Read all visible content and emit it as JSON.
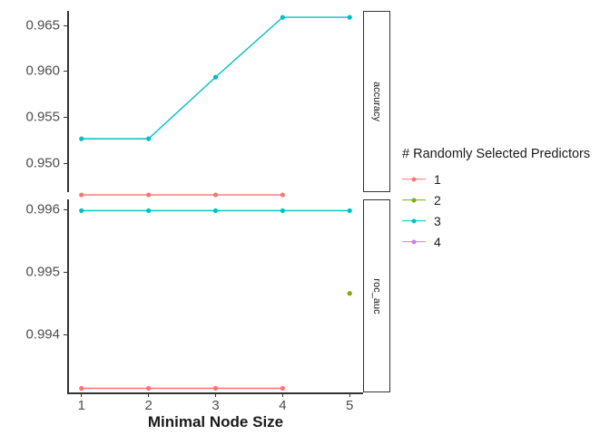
{
  "chart_data": {
    "type": "line",
    "title": "",
    "xlabel": "Minimal Node Size",
    "ylabel": "",
    "facet_var": "metric",
    "facets": [
      {
        "name": "accuracy",
        "strip_label": "accuracy",
        "ylim": [
          0.9475,
          0.9672
        ],
        "yticks": [
          0.95,
          0.955,
          0.96,
          0.965
        ],
        "ytick_labels": [
          "0.950",
          "0.955",
          "0.960",
          "0.965"
        ],
        "series": [
          {
            "name": "1",
            "color": "#F8766D",
            "x": [
              1,
              2,
              3,
              4
            ],
            "values": [
              0.9472,
              0.9472,
              0.9472,
              0.9472
            ]
          },
          {
            "name": "2",
            "color": "#7CAE00",
            "x": [],
            "values": []
          },
          {
            "name": "3",
            "color": "#00BFC4",
            "x": [
              1,
              2,
              3,
              4,
              5
            ],
            "values": [
              0.9533,
              0.9533,
              0.96,
              0.9665,
              0.9665
            ]
          },
          {
            "name": "4",
            "color": "#C77CFF",
            "x": [],
            "values": []
          }
        ]
      },
      {
        "name": "roc_auc",
        "strip_label": "roc_auc",
        "ylim": [
          0.9931,
          0.99618
        ],
        "yticks": [
          0.994,
          0.995,
          0.996
        ],
        "ytick_labels": [
          "0.994",
          "0.995",
          "0.996"
        ],
        "series": [
          {
            "name": "1",
            "color": "#F8766D",
            "x": [
              1,
              2,
              3,
              4
            ],
            "values": [
              0.993165,
              0.993165,
              0.993165,
              0.993165
            ]
          },
          {
            "name": "2",
            "color": "#7CAE00",
            "x": [
              5
            ],
            "values": [
              0.99468
            ]
          },
          {
            "name": "3",
            "color": "#00BFC4",
            "x": [
              1,
              2,
              3,
              4,
              5
            ],
            "values": [
              0.996,
              0.996,
              0.996,
              0.996,
              0.996
            ]
          },
          {
            "name": "4",
            "color": "#C77CFF",
            "x": [],
            "values": []
          }
        ]
      }
    ],
    "x": [
      1,
      2,
      3,
      4,
      5
    ],
    "xtick_labels": [
      "1",
      "2",
      "3",
      "4",
      "5"
    ],
    "xlim": [
      0.8,
      5.2
    ],
    "grid": false,
    "legend_position": "right"
  },
  "axes": {
    "x_title": "Minimal Node Size",
    "x_tick_labels": [
      "1",
      "2",
      "3",
      "4",
      "5"
    ],
    "accuracy_y_tick_labels": [
      "0.965",
      "0.960",
      "0.955",
      "0.950"
    ],
    "roc_auc_y_tick_labels": [
      "0.996",
      "0.995",
      "0.994"
    ]
  },
  "strips": {
    "top": "accuracy",
    "bottom": "roc_auc"
  },
  "legend": {
    "title": "# Randomly Selected Predictors",
    "items": [
      {
        "label": "1",
        "color": "#F8766D"
      },
      {
        "label": "2",
        "color": "#7CAE00"
      },
      {
        "label": "3",
        "color": "#00BFC4"
      },
      {
        "label": "4",
        "color": "#C77CFF"
      }
    ]
  },
  "colors": {
    "axis_text": "#4d4d4d",
    "axis_line": "#333333",
    "strip_border": "#333333",
    "background": "#ffffff"
  }
}
